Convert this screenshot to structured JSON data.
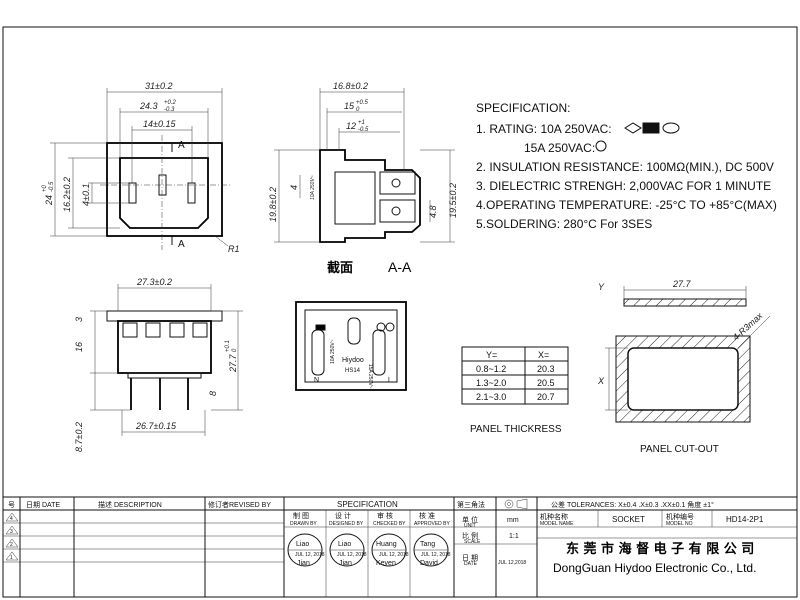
{
  "front_view": {
    "dim_width": "31±0.2",
    "dim_inner": "24.3",
    "dim_inner_tol_top": "+0.2",
    "dim_inner_tol_bot": "-0.3",
    "dim_pins": "14±0.15",
    "dim_height": "24",
    "dim_height_tol_top": "+0",
    "dim_height_tol_bot": "-0.5",
    "dim_h2": "16.2±0.2",
    "dim_h3": "4±0.1",
    "section_mark": "A",
    "radius": "R1"
  },
  "side_view": {
    "dim_top": "16.8±0.2",
    "dim_mid": "15",
    "dim_mid_tol_top": "+0.5",
    "dim_mid_tol_bot": "0",
    "dim_low": "12",
    "dim_low_tol_top": "+1",
    "dim_low_tol_bot": "-0.5",
    "dim_left": "19.8±0.2",
    "dim_four": "4",
    "dim_right_inner": "4.8",
    "dim_right": "19.5±0.2",
    "side_label": "10A 250V~",
    "section_caption_cn": "截面",
    "section_caption": "A-A"
  },
  "bottom_view": {
    "dim_top": "27.3±0.2",
    "dim_three": "3",
    "dim_sixteen": "16",
    "dim_eight": "8",
    "dim_right": "27.7",
    "dim_right_tol_top": "+0.1",
    "dim_right_tol_bot": "0",
    "dim_bottom": "26.7±0.15",
    "dim_left_bottom": "8.7±0.2"
  },
  "face_view": {
    "brand": "Hiydoo",
    "model": "HS14",
    "label_left": "10A 250V~",
    "label_right": "15A 250V~",
    "pin_n": "N",
    "pin_l": "L"
  },
  "specification": {
    "heading": "SPECIFICATION:",
    "lines": [
      "1. RATING: 10A 250VAC:",
      "15A 250VAC:",
      "2. INSULATION RESISTANCE: 100MΩ(MIN.), DC 500V",
      "3. DIELECTRIC STRENGH: 2,000VAC FOR 1 MINUTE",
      "4.OPERATING TEMPERATURE: -25°C TO +85°C(MAX)",
      "5.SOLDERING: 280°C For 3SES"
    ]
  },
  "thickness_table": {
    "headers": [
      "Y=",
      "X="
    ],
    "rows": [
      [
        "0.8~1.2",
        "20.3"
      ],
      [
        "1.3~2.0",
        "20.5"
      ],
      [
        "2.1~3.0",
        "20.7"
      ]
    ],
    "caption": "PANEL THICKRESS"
  },
  "panel_cutout": {
    "dim_width": "27.7",
    "label_y": "Y",
    "label_x": "X",
    "radius": "4-R3max",
    "caption": "PANEL CUT-OUT"
  },
  "title_block": {
    "col_no": "号",
    "col_date": "日期 DATE",
    "col_desc": "描述 DESCRIPTION",
    "col_revised": "修订者REVISED BY",
    "rev_numbers": [
      "4",
      "3",
      "2",
      "1"
    ],
    "spec_header": "SPECIFICATION",
    "roles": [
      {
        "cn": "制 图",
        "en": "DRAWN BY",
        "name": "Liao",
        "sign": "Jian",
        "date": "JUL 12, 2018"
      },
      {
        "cn": "设 计",
        "en": "DESIGNED BY",
        "name": "Liao",
        "sign": "Jian",
        "date": "JUL 12, 2018"
      },
      {
        "cn": "审 核",
        "en": "CHECKED BY",
        "name": "Huang",
        "sign": "Keven",
        "date": "JUL 12, 2018"
      },
      {
        "cn": "核 准",
        "en": "APPROVED BY",
        "name": "Tang",
        "sign": "David",
        "date": "JUL 12, 2018"
      }
    ],
    "projection_cn": "第三角法",
    "tolerances": "公差 TOLERANCES: X±0.4 .X±0.3 .XX±0.1 角度 ±1°",
    "model_name_label_cn": "机种名称",
    "model_name_label_en": "MODEL NAME",
    "model_name": "SOCKET",
    "model_no_label_cn": "机种编号",
    "model_no_label_en": "MODEL NO",
    "model_no": "HD14-2P1",
    "unit_cn": "单 位",
    "unit_en": "UNIT",
    "unit": "mm",
    "scale_cn": "比 例",
    "scale_en": "SCALE",
    "scale": "1:1",
    "date_cn": "日 期",
    "date_en": "DATE",
    "date": "JUL 12,2018",
    "company_cn": "东 莞 市 海 督 电 子 有 限 公 司",
    "company_en": "DongGuan Hiydoo Electronic Co., Ltd."
  }
}
